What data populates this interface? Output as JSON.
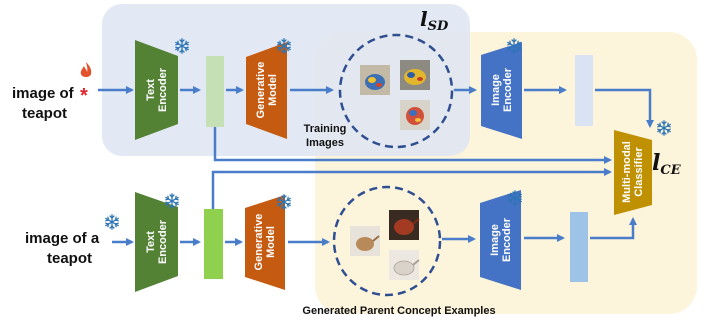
{
  "inputs": {
    "top_prompt_line1": "image of",
    "top_prompt_star": "*",
    "top_prompt_line2": "teapot",
    "bottom_prompt_line1": "image of a",
    "bottom_prompt_line2": "teapot"
  },
  "blocks": {
    "text_encoder": [
      "Text",
      "Encoder"
    ],
    "generative_model": [
      "Generative",
      "Model"
    ],
    "image_encoder": [
      "Image",
      "Encoder"
    ],
    "classifier": [
      "Multi-modal",
      "Classifier"
    ]
  },
  "labels": {
    "training_images": [
      "Training",
      "Images"
    ],
    "generated_parent": "Generated Parent Concept Examples"
  },
  "losses": {
    "sd_main": "l",
    "sd_sub": "SD",
    "ce_main": "l",
    "ce_sub": "CE"
  },
  "icons": {
    "frozen": "snowflake-icon",
    "trainable": "flame-icon"
  },
  "colors": {
    "top_region": "#dfe6f2",
    "bottom_region": "#fdf4dc",
    "text_encoder": "#548235",
    "generative_model": "#c55a11",
    "image_encoder": "#4472c4",
    "classifier": "#bf9000",
    "arrow": "#4a7dc9",
    "snowflake": "#2e75b6",
    "star": "#e0262b",
    "flame": "#e4512b",
    "embed_text_top": "#c5e0b4",
    "embed_text_bottom": "#8fd14f",
    "embed_img_top": "#dae3f3",
    "embed_img_bottom": "#9dc3e6"
  }
}
